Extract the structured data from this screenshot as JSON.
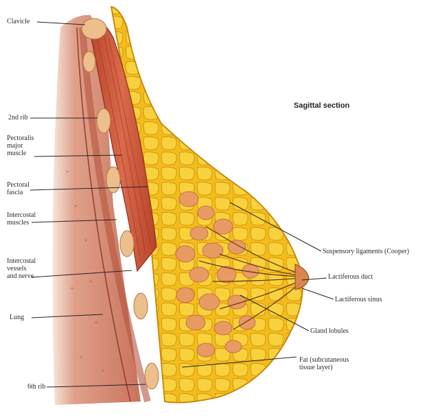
{
  "title": "Sagittal section",
  "labels": {
    "clavicle": "Clavicle",
    "rib2": "2nd rib",
    "pectoralis": "Pectoralis\nmajor\nmuscle",
    "pectoral_fascia": "Pectoral\nfascia",
    "intercostal_muscles": "Intercostal\nmuscles",
    "intercostal_vessels": "Intercostal\nvessels\nand nerve",
    "lung": "Lung",
    "rib6": "6th rib",
    "suspensory": "Suspensory ligaments (Cooper)",
    "lactiferous_duct": "Lactiferous duct",
    "lactiferous_sinus": "Lactiferous sinus",
    "gland_lobules": "Gland lobules",
    "fat": "Fat (subcutaneous\ntissue layer)"
  },
  "colors": {
    "fat": "#f2c11d",
    "fat_dark": "#d89a10",
    "muscle": "#c9573b",
    "chest_wall": "#d58a6d",
    "rib": "#e9b98a",
    "lobule": "#e8a066",
    "line": "#222222"
  }
}
